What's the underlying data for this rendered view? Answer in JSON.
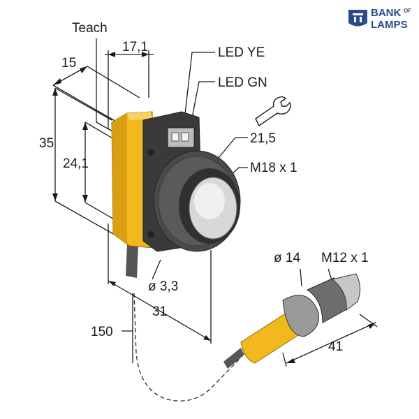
{
  "brand": {
    "line1": "BANK",
    "line1_small": "OF",
    "line2": "LAMPS",
    "color": "#2b4a8c"
  },
  "colors": {
    "housing": "#f2b81c",
    "housing_dark": "#c98f0a",
    "body": "#3a3a3a",
    "lens": "#d8d8d8",
    "cable": "#555555"
  },
  "labels": {
    "teach": "Teach",
    "led_ye": "LED YE",
    "led_gn": "LED GN",
    "wrench_size": "21,5",
    "thread_main": "M18 x 1",
    "diameter_cable": "ø 3,3",
    "dim_15": "15",
    "dim_17_1": "17,1",
    "dim_35": "35",
    "dim_24_1": "24,1",
    "dim_31": "31",
    "dim_150": "150",
    "connector_diameter": "ø 14",
    "connector_thread": "M12 x 1",
    "dim_41": "41"
  },
  "icons": [
    "wrench-icon",
    "bank-of-lamps-logo"
  ]
}
